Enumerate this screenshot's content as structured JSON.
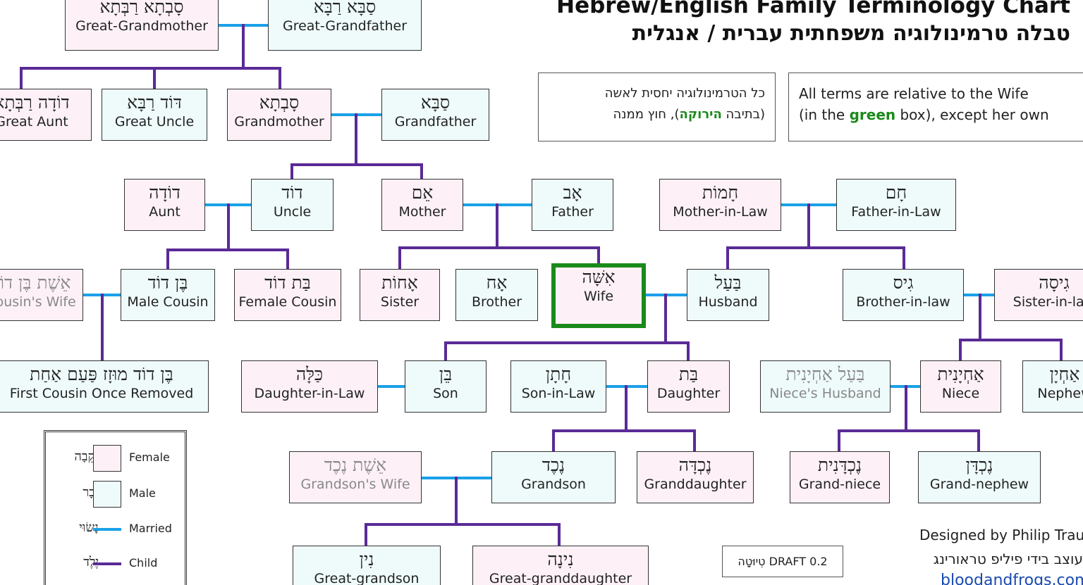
{
  "title_en": "Hebrew/English Family Terminology Chart",
  "title_he": "טבלה טרמינולוגיה משפחתית עברית / אנגלית",
  "note_he": {
    "line1": "כל הטרמינולוגיה יחסית לאשה",
    "line2_a": "(בתיבה ",
    "line2_green": "הירוקה",
    "line2_b": "), חוץ ממנה"
  },
  "note_en": {
    "line1": "All terms are relative to the Wife",
    "line2_a": "(in the ",
    "line2_green": "green",
    "line2_b": " box), except her own"
  },
  "colors": {
    "female": "#fdf1f7",
    "male": "#effbfb",
    "married": "#1aa0e8",
    "child": "#5a2a96",
    "highlight": "#1a8a1a"
  },
  "people": {
    "great_grandmother": {
      "he": "סָבְתָא רַבְּתָא",
      "en": "Great-Grandmother"
    },
    "great_grandfather": {
      "he": "סַבָּא רַבָּא",
      "en": "Great-Grandfather"
    },
    "great_aunt": {
      "he": "דוֹדָה רַבְּתָא",
      "en": "Great Aunt"
    },
    "great_uncle": {
      "he": "דּוֹד רַבָּא",
      "en": "Great Uncle"
    },
    "grandmother": {
      "he": "סָבְתָא",
      "en": "Grandmother"
    },
    "grandfather": {
      "he": "סַבָּא",
      "en": "Grandfather"
    },
    "aunt": {
      "he": "דוֹדָה",
      "en": "Aunt"
    },
    "uncle": {
      "he": "דוֹד",
      "en": "Uncle"
    },
    "mother": {
      "he": "אֵם",
      "en": "Mother"
    },
    "father": {
      "he": "אָב",
      "en": "Father"
    },
    "mother_in_law": {
      "he": "חָמוֹת",
      "en": "Mother-in-Law"
    },
    "father_in_law": {
      "he": "חָם",
      "en": "Father-in-Law"
    },
    "cousins_wife": {
      "he": "אֵשֶׁת בֶּן דוֹד",
      "en": "Cousin's Wife"
    },
    "male_cousin": {
      "he": "בֶּן דוֹד",
      "en": "Male Cousin"
    },
    "female_cousin": {
      "he": "בַּת דוֹד",
      "en": "Female Cousin"
    },
    "sister": {
      "he": "אָחוֹת",
      "en": "Sister"
    },
    "brother": {
      "he": "אָח",
      "en": "Brother"
    },
    "wife": {
      "he": "אִשָּׁה",
      "en": "Wife"
    },
    "husband": {
      "he": "בַּעַל",
      "en": "Husband"
    },
    "brother_in_law": {
      "he": "גִיס",
      "en": "Brother-in-law"
    },
    "sister_in_law": {
      "he": "גִיסָה",
      "en": "Sister-in-law"
    },
    "first_cousin_once_removed": {
      "he": "בֶּן דוֹד מוּזָז פַּעַם אַחַת",
      "en": "First Cousin Once Removed"
    },
    "daughter_in_law": {
      "he": "כַּלָּה",
      "en": "Daughter-in-Law"
    },
    "son": {
      "he": "בֵּן",
      "en": "Son"
    },
    "son_in_law": {
      "he": "חָתָן",
      "en": "Son-in-Law"
    },
    "daughter": {
      "he": "בַּת",
      "en": "Daughter"
    },
    "nieces_husband": {
      "he": "בַּעַל אַחְיָנִית",
      "en": "Niece's Husband"
    },
    "niece": {
      "he": "אַחְיָנִית",
      "en": "Niece"
    },
    "nephew": {
      "he": "אַחְיָן",
      "en": "Nephew"
    },
    "grandsons_wife": {
      "he": "אֵשֶׁת נֶכֶד",
      "en": "Grandson's Wife"
    },
    "grandson": {
      "he": "נֶכֶד",
      "en": "Grandson"
    },
    "granddaughter": {
      "he": "נֶכְדָּה",
      "en": "Granddaughter"
    },
    "grand_niece": {
      "he": "נֶכְדָּנִית",
      "en": "Grand-niece"
    },
    "grand_nephew": {
      "he": "נֶכְדָּן",
      "en": "Grand-nephew"
    },
    "great_grandson": {
      "he": "נִין",
      "en": "Great-grandson"
    },
    "great_granddaughter": {
      "he": "נִינָה",
      "en": "Great-granddaughter"
    }
  },
  "legend": {
    "female": {
      "he": "נְקֵבָה",
      "en": "Female"
    },
    "male": {
      "he": "זָכָר",
      "en": "Male"
    },
    "married": {
      "he": "נָשׂוּי",
      "en": "Married"
    },
    "child": {
      "he": "יֶלֶד",
      "en": "Child"
    }
  },
  "draft_label": "טְיוּטָה DRAFT 0.2",
  "credit": {
    "en": "Designed by Philip Traurig",
    "he": "עוצב בידי פיליפ טראורינג",
    "url": "bloodandfrogs.com"
  }
}
